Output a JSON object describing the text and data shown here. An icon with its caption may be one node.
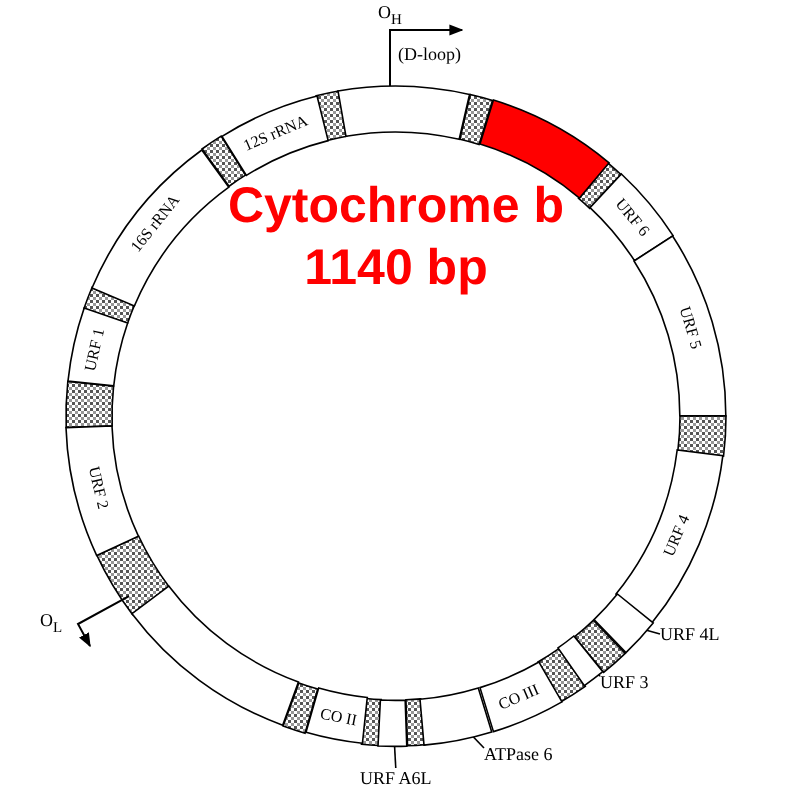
{
  "diagram": {
    "nodes": [
      {
        "text": [],
        "shape": "bar"
      },
      {
        "text": [],
        "shape": "bar"
      },
      {
        "text": [
          "URF 6"
        ]
      },
      {
        "text": [
          "URF 5"
        ]
      },
      {
        "text": [
          "URF 4"
        ]
      },
      {
        "text": [],
        "shape": "bar"
      },
      {
        "text": [],
        "shape": "bar"
      },
      {
        "text": [
          "CO III"
        ]
      },
      {
        "text": [],
        "shape": "bar"
      },
      {
        "text": [],
        "shape": "bar"
      },
      {
        "text": [
          "CO II"
        ]
      },
      {
        "text": [],
        "shape": "bar"
      },
      {
        "text": [
          "URF 2"
        ]
      },
      {
        "text": [
          "URF 1"
        ]
      },
      {
        "text": [
          "16S rRNA"
        ]
      },
      {
        "text": [
          "12S rRNA"
        ]
      },
      {
        "text": [
          "URF 4L"
        ]
      },
      {
        "text": [
          "URF 3"
        ]
      },
      {
        "text": [
          "ATPase 6"
        ]
      },
      {
        "text": [
          "URF A6L"
        ]
      }
    ],
    "edges": [
      {
        "from": 16,
        "to": 5,
        "arrow": "none"
      },
      {
        "from": 17,
        "to": 6,
        "arrow": "none"
      },
      {
        "from": 18,
        "to": 8,
        "arrow": "none"
      },
      {
        "from": 19,
        "to": 9,
        "arrow": "none"
      }
    ],
    "labels": [
      "O$_{H}$",
      "(D-loop)",
      "Cytochrome b 1140 bp",
      "O$_{L}$"
    ]
  }
}
